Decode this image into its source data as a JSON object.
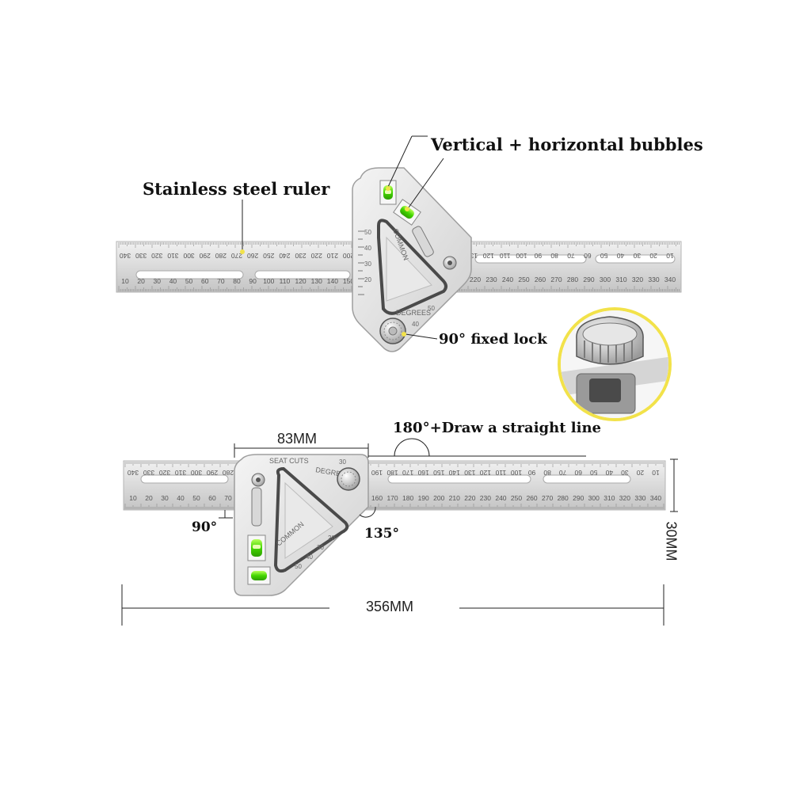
{
  "callouts": {
    "ruler": "Stainless steel ruler",
    "bubbles": "Vertical + horizontal bubbles",
    "lock": "90° fixed lock",
    "straight_line": "180°+Draw a straight line",
    "angle_90": "90°",
    "angle_135": "135°"
  },
  "dimensions": {
    "head_width": "83MM",
    "ruler_height": "30MM",
    "total_length": "356MM"
  },
  "ruler_marks": {
    "top_ruler_reverse": [
      "340",
      "330",
      "320",
      "310",
      "300",
      "290",
      "280",
      "270",
      "260",
      "250",
      "240",
      "230",
      "220",
      "210",
      "200"
    ],
    "top_ruler_forward": [
      "10",
      "20",
      "30",
      "40",
      "50",
      "60",
      "70",
      "80",
      "90",
      "100",
      "110",
      "120",
      "130",
      "140",
      "150"
    ],
    "top_ruler_right_reverse": [
      "130",
      "120",
      "110",
      "100",
      "90",
      "80",
      "70",
      "60",
      "50",
      "40",
      "30",
      "20",
      "10"
    ],
    "top_ruler_right_forward": [
      "220",
      "230",
      "240",
      "250",
      "260",
      "270",
      "280",
      "290",
      "300",
      "310",
      "320",
      "330",
      "340"
    ],
    "bottom_ruler_left_reverse": [
      "340",
      "330",
      "320",
      "310",
      "300",
      "290",
      "280"
    ],
    "bottom_ruler_left_forward": [
      "10",
      "20",
      "30",
      "40",
      "50",
      "60",
      "70"
    ],
    "bottom_ruler_right_reverse": [
      "190",
      "180",
      "170",
      "160",
      "150",
      "140",
      "130",
      "120",
      "110",
      "100",
      "90",
      "80",
      "70",
      "60",
      "50",
      "40",
      "30",
      "20",
      "10"
    ],
    "bottom_ruler_right_forward": [
      "160",
      "170",
      "180",
      "190",
      "200",
      "210",
      "220",
      "230",
      "240",
      "250",
      "260",
      "270",
      "280",
      "290",
      "300",
      "310",
      "320",
      "330",
      "340"
    ]
  },
  "head_marks": {
    "common": "COMMON",
    "degrees": "DEGREES",
    "seat_cuts": "SEAT CUTS"
  },
  "colors": {
    "steel": "#dcdcdc",
    "steel_dark": "#a9a9a9",
    "bubble": "#4fe000",
    "highlight": "#f2e24a"
  }
}
